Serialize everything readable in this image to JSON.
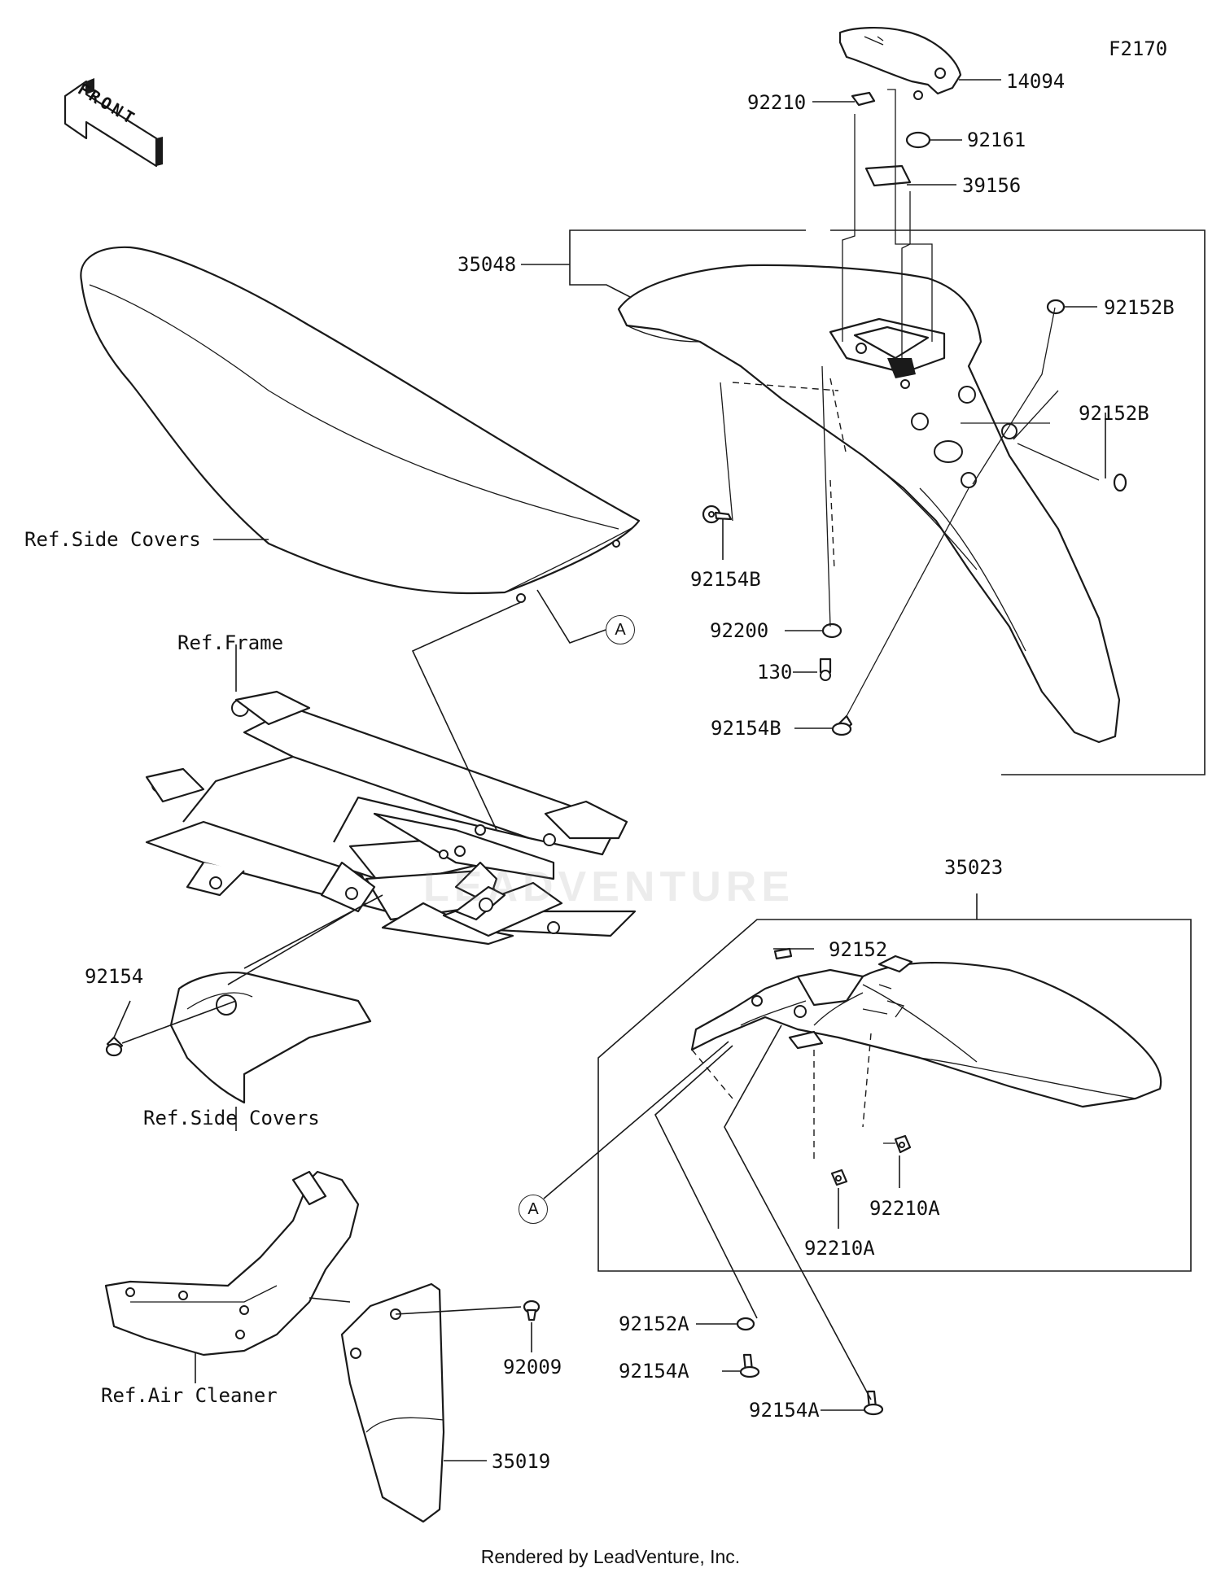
{
  "diagram_code": "F2170",
  "front_badge": "FRONT",
  "footer": "Rendered by LeadVenture, Inc.",
  "watermark": "LEADVENTURE",
  "callouts": {
    "a_top": "A",
    "a_bottom": "A"
  },
  "labels": {
    "p14094": "14094",
    "p92210": "92210",
    "p92161": "92161",
    "p39156": "39156",
    "p35048": "35048",
    "p92152b_top": "92152B",
    "p92152b_mid": "92152B",
    "p92154b_left": "92154B",
    "p92200": "92200",
    "p130": "130",
    "p92154b_bottom": "92154B",
    "ref_side_covers_top": "Ref.Side Covers",
    "ref_frame": "Ref.Frame",
    "p35023": "35023",
    "p92152": "92152",
    "p92154_left": "92154",
    "ref_side_covers_bottom": "Ref.Side Covers",
    "p92210a_right": "92210A",
    "p92210a_left": "92210A",
    "p92152a": "92152A",
    "p92154a_left": "92154A",
    "p92154a_right": "92154A",
    "p92009": "92009",
    "ref_air_cleaner": "Ref.Air Cleaner",
    "p35019": "35019"
  }
}
